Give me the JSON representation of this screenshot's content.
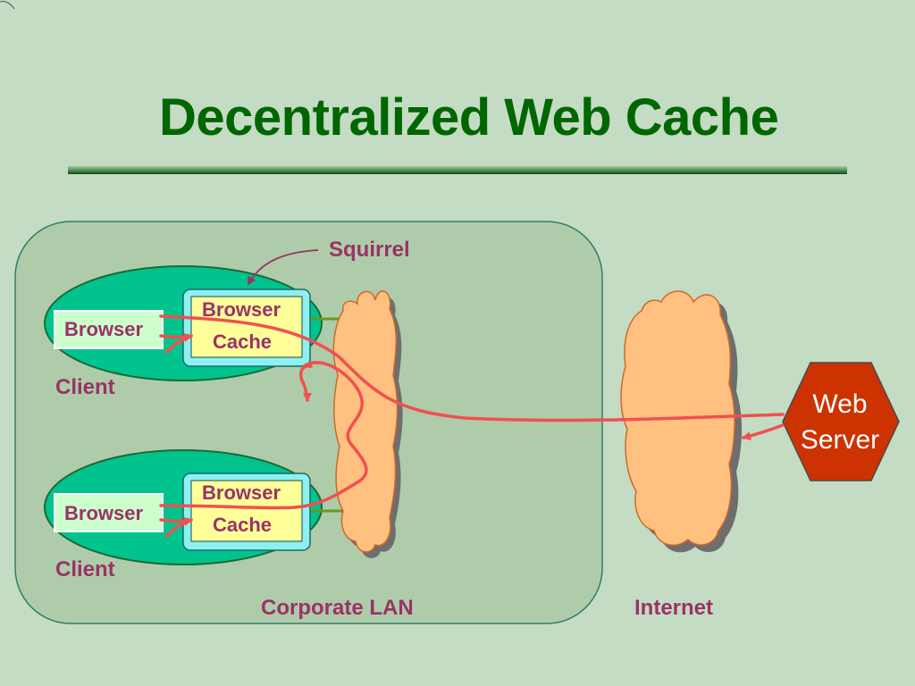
{
  "title": "Decentralized Web Cache",
  "labels": {
    "squirrel": "Squirrel",
    "client_top": "Client",
    "client_bottom": "Client",
    "corporate_lan": "Corporate LAN",
    "internet": "Internet"
  },
  "clients": [
    {
      "browser": "Browser",
      "cache_line1": "Browser",
      "cache_line2": "Cache"
    },
    {
      "browser": "Browser",
      "cache_line1": "Browser",
      "cache_line2": "Cache"
    }
  ],
  "web_server": {
    "line1": "Web",
    "line2": "Server"
  },
  "colors": {
    "background": "#c4dcc3",
    "title": "#006600",
    "label": "#993366",
    "lan_region": "#aecca9",
    "client_ellipse": "#00c38e",
    "cache_outer": "#8ef0f0",
    "cache_inner": "#ffff99",
    "cloud": "#ffc080",
    "server": "#cc3300",
    "flow_line": "#f05050"
  }
}
